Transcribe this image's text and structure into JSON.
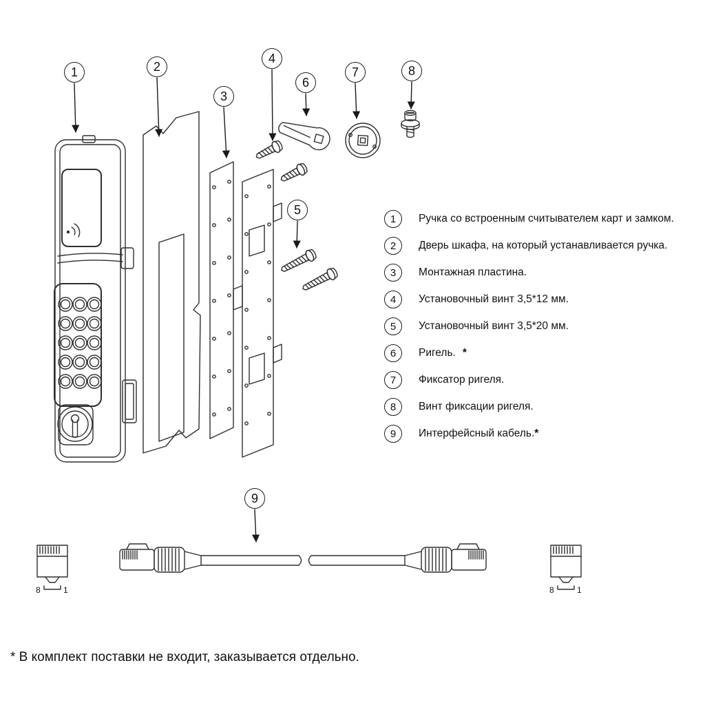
{
  "callouts": [
    {
      "num": "1"
    },
    {
      "num": "2"
    },
    {
      "num": "3"
    },
    {
      "num": "4"
    },
    {
      "num": "5"
    },
    {
      "num": "6"
    },
    {
      "num": "7"
    },
    {
      "num": "8"
    },
    {
      "num": "9"
    }
  ],
  "legend": {
    "items": [
      {
        "num": "1",
        "text": "Ручка со встроенным считывателем карт и замком.",
        "asterisk": ""
      },
      {
        "num": "2",
        "text": "Дверь шкафа, на который устанавливается ручка.",
        "asterisk": ""
      },
      {
        "num": "3",
        "text": "Монтажная пластина.",
        "asterisk": ""
      },
      {
        "num": "4",
        "text": "Установочный винт 3,5*12 мм.",
        "asterisk": ""
      },
      {
        "num": "5",
        "text": "Установочный винт 3,5*20 мм.",
        "asterisk": ""
      },
      {
        "num": "6",
        "text": "Ригель.",
        "asterisk": "*"
      },
      {
        "num": "7",
        "text": "Фиксатор ригеля.",
        "asterisk": ""
      },
      {
        "num": "8",
        "text": "Винт фиксации ригеля.",
        "asterisk": ""
      },
      {
        "num": "9",
        "text": "Интерфейсный кабель.",
        "asterisk": "*"
      }
    ]
  },
  "pinout": {
    "left": {
      "first": "8",
      "last": "1"
    },
    "right": {
      "first": "8",
      "last": "1"
    }
  },
  "footnote": "* В комплект поставки не входит, заказывается отдельно.",
  "colors": {
    "line": "#2e2e2e",
    "text": "#111111",
    "background": "#ffffff"
  }
}
